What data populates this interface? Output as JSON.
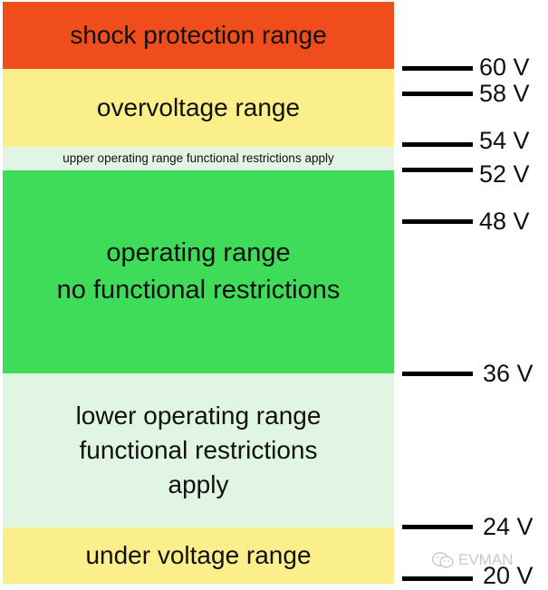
{
  "bands": [
    {
      "id": "shock",
      "label": "shock protection range",
      "color": "#f04d1d"
    },
    {
      "id": "over",
      "label": "overvoltage range",
      "color": "#fbef8b"
    },
    {
      "id": "upper",
      "label": "upper operating range functional restrictions apply",
      "color": "#e2f4e4"
    },
    {
      "id": "operating",
      "label": "operating range\nno functional restrictions",
      "color": "#3fdc59"
    },
    {
      "id": "lower",
      "label": "lower operating range\nfunctional restrictions\napply",
      "color": "#e0f5e2"
    },
    {
      "id": "under",
      "label": "under voltage range",
      "color": "#fbef8b"
    }
  ],
  "voltages": [
    "60 V",
    "58 V",
    "54 V",
    "52 V",
    "48 V",
    "36 V",
    "24 V",
    "20 V"
  ],
  "watermark": "EVMAN"
}
